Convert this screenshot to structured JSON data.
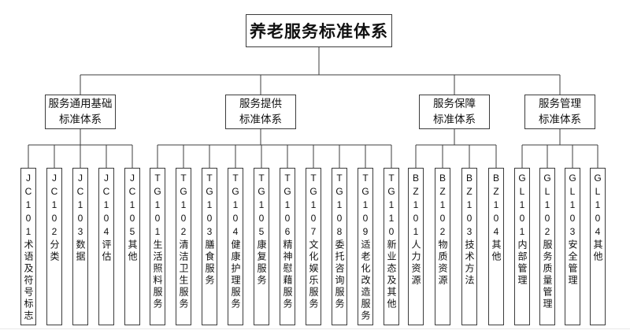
{
  "colors": {
    "background": "#ffffff",
    "line": "#3c3c3c",
    "box_border": "#3c3c3c",
    "text": "#111111",
    "hairline": "#e8e8e8"
  },
  "diagram": {
    "title": "养老服务标准体系",
    "branches": [
      {
        "label_line1": "服务通用基础",
        "label_line2": "标准体系",
        "children": [
          {
            "code": "JC101",
            "label": "术语及符号标志"
          },
          {
            "code": "JC102",
            "label": "分类"
          },
          {
            "code": "JC103",
            "label": "数据"
          },
          {
            "code": "JC104",
            "label": "评估"
          },
          {
            "code": "JC105",
            "label": "其他"
          }
        ]
      },
      {
        "label_line1": "服务提供",
        "label_line2": "标准体系",
        "children": [
          {
            "code": "TG101",
            "label": "生活照料服务"
          },
          {
            "code": "TG102",
            "label": "清洁卫生服务"
          },
          {
            "code": "TG103",
            "label": "膳食服务"
          },
          {
            "code": "TG104",
            "label": "健康护理服务"
          },
          {
            "code": "TG105",
            "label": "康复服务"
          },
          {
            "code": "TG106",
            "label": "精神慰藉服务"
          },
          {
            "code": "TG107",
            "label": "文化娱乐服务"
          },
          {
            "code": "TG108",
            "label": "委托咨询服务"
          },
          {
            "code": "TG109",
            "label": "适老化改造服务"
          },
          {
            "code": "TG110",
            "label": "新业态及其他"
          }
        ]
      },
      {
        "label_line1": "服务保障",
        "label_line2": "标准体系",
        "children": [
          {
            "code": "BZ101",
            "label": "人力资源"
          },
          {
            "code": "BZ102",
            "label": "物质资源"
          },
          {
            "code": "BZ103",
            "label": "技术方法"
          },
          {
            "code": "BZ104",
            "label": "其他"
          }
        ]
      },
      {
        "label_line1": "服务管理",
        "label_line2": "标准体系",
        "children": [
          {
            "code": "GL101",
            "label": "内部管理"
          },
          {
            "code": "GL102",
            "label": "服务质量管理"
          },
          {
            "code": "GL103",
            "label": "安全管理"
          },
          {
            "code": "GL104",
            "label": "其他"
          }
        ]
      }
    ]
  }
}
